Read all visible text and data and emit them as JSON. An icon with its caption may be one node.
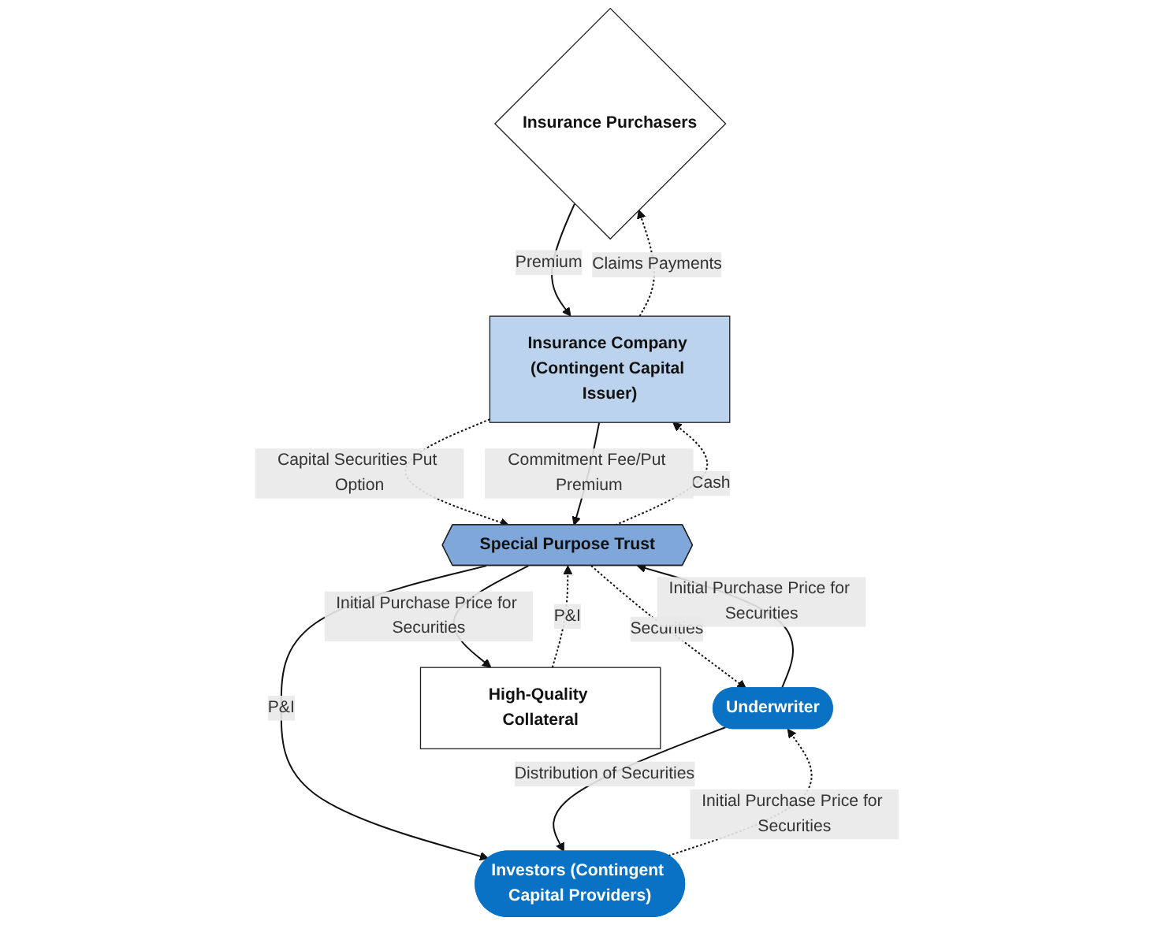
{
  "diagram": {
    "nodes": [
      {
        "text": [
          "Insurance Purchasers"
        ]
      },
      {
        "text": [
          "Insurance Company (Contingent Capital Issuer)"
        ]
      },
      {
        "text": [
          "Special Purpose Trust"
        ]
      },
      {
        "text": [
          "Underwriter"
        ]
      },
      {
        "text": [
          "Investors (Contingent Capital Providers)"
        ]
      },
      {
        "text": [
          "High-Quality Collateral"
        ]
      }
    ],
    "edges": [
      {
        "from": 0,
        "to": 1,
        "arrow": "to",
        "label": "Premium"
      },
      {
        "from": 1,
        "to": 0,
        "arrow": "to",
        "label": "Claims Payments",
        "style": "dashed"
      },
      {
        "from": 1,
        "to": 2,
        "arrow": "to",
        "label": "Capital Securities Put Option",
        "style": "dashed"
      },
      {
        "from": 2,
        "to": 1,
        "arrow": "to",
        "label": "Cash",
        "style": "dashed"
      },
      {
        "from": 1,
        "to": 2,
        "arrow": "to",
        "label": "Commitment Fee/Put Premium"
      },
      {
        "from": 2,
        "to": 3,
        "arrow": "to",
        "label": "Securities",
        "style": "dashed"
      },
      {
        "from": 3,
        "to": 2,
        "arrow": "to",
        "label": "Initial Purchase Price for Securities"
      },
      {
        "from": 2,
        "to": 4,
        "arrow": "to",
        "label": "P&I"
      },
      {
        "from": 4,
        "to": 3,
        "arrow": "to",
        "label": "Initial Purchase Price for Securities",
        "style": "dashed"
      },
      {
        "from": 3,
        "to": 4,
        "arrow": "to",
        "label": "Distribution of Securities"
      },
      {
        "from": 5,
        "to": 2,
        "arrow": "to",
        "label": "P&I",
        "style": "dashed"
      },
      {
        "from": 2,
        "to": 5,
        "arrow": "to",
        "label": "Initial Purchase Price for Securities"
      }
    ]
  }
}
